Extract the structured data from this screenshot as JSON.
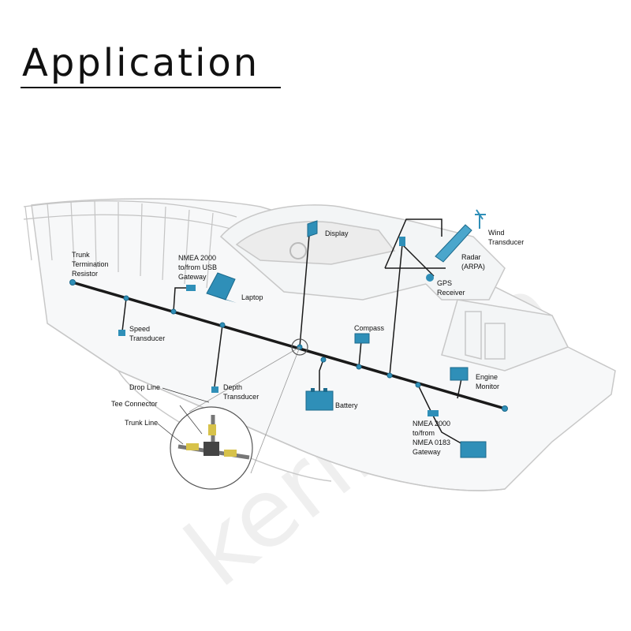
{
  "title": "Application",
  "watermark": "kerinaaja",
  "labels": {
    "trunk_resistor": [
      "Trunk",
      "Termination",
      "Resistor"
    ],
    "usb_gateway": [
      "NMEA 2000",
      "to/from USB",
      "Gateway"
    ],
    "laptop": "Laptop",
    "display": "Display",
    "wind": [
      "Wind",
      "Transducer"
    ],
    "radar": [
      "Radar",
      "(ARPA)"
    ],
    "gps": [
      "GPS",
      "Receiver"
    ],
    "speed": [
      "Speed",
      "Transducer"
    ],
    "compass": "Compass",
    "engine": [
      "Engine",
      "Monitor"
    ],
    "drop_line": "Drop Line",
    "tee_connector": "Tee Connector",
    "trunk_line": "Trunk Line",
    "depth": [
      "Depth",
      "Transducer"
    ],
    "battery": "Battery",
    "nmea0183_gateway": [
      "NMEA 2000",
      "to/from",
      "NMEA 0183",
      "Gateway"
    ]
  },
  "colors": {
    "device": "#2f8fb8",
    "device_dark": "#1c6a8c",
    "trunk": "#1a1a1a",
    "hull": "#c8c8c8"
  }
}
